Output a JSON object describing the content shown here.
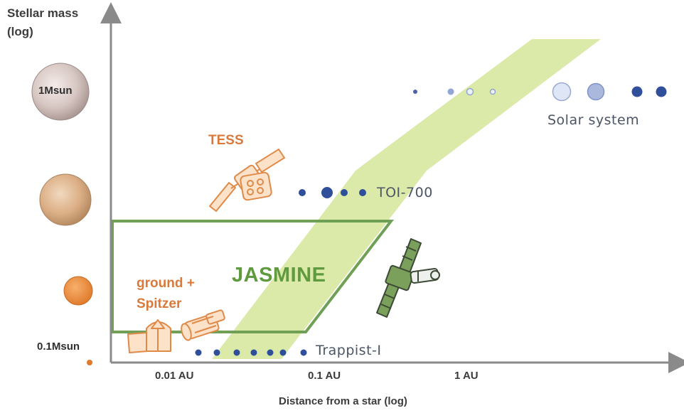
{
  "axes": {
    "y_label_line1": "Stellar mass",
    "y_label_line2": "(log)",
    "x_label": "Distance from a star (log)",
    "x_ticks": [
      "0.01 AU",
      "0.1 AU",
      "1 AU"
    ],
    "y_ticks": [
      "1Msun",
      "0.1Msun"
    ]
  },
  "systems": [
    {
      "name": "Solar system"
    },
    {
      "name": "TOI-700"
    },
    {
      "name": "Trappist-I"
    }
  ],
  "missions": {
    "tess": "TESS",
    "ground_line1": "ground +",
    "ground_line2": "Spitzer",
    "jasmine": "JASMINE"
  },
  "colors": {
    "habitable_zone": "#d9e9a4",
    "jasmine": "#6fa055",
    "planet_dark": "#2f4f9a",
    "planet_light": "#a9b8dc",
    "mission_orange": "#d97a3a",
    "axis": "#8a8a8a"
  }
}
